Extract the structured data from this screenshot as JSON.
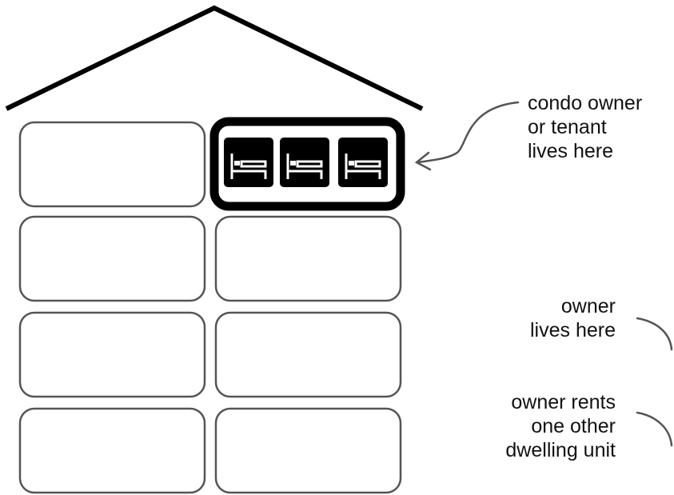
{
  "labels": {
    "condo": [
      "condo owner",
      "or tenant",
      "lives here"
    ],
    "owner_lives": [
      "owner",
      "lives here"
    ],
    "owner_rents": [
      "owner rents",
      "one other",
      "dwelling unit"
    ]
  },
  "icons": [
    "bed-icon",
    "bed-icon",
    "bed-icon"
  ],
  "colors": {
    "unit_outline": "#555555",
    "highlight_outline": "#000000",
    "roof": "#000000",
    "icon_bg": "#000000",
    "icon_fg": "#ffffff"
  }
}
